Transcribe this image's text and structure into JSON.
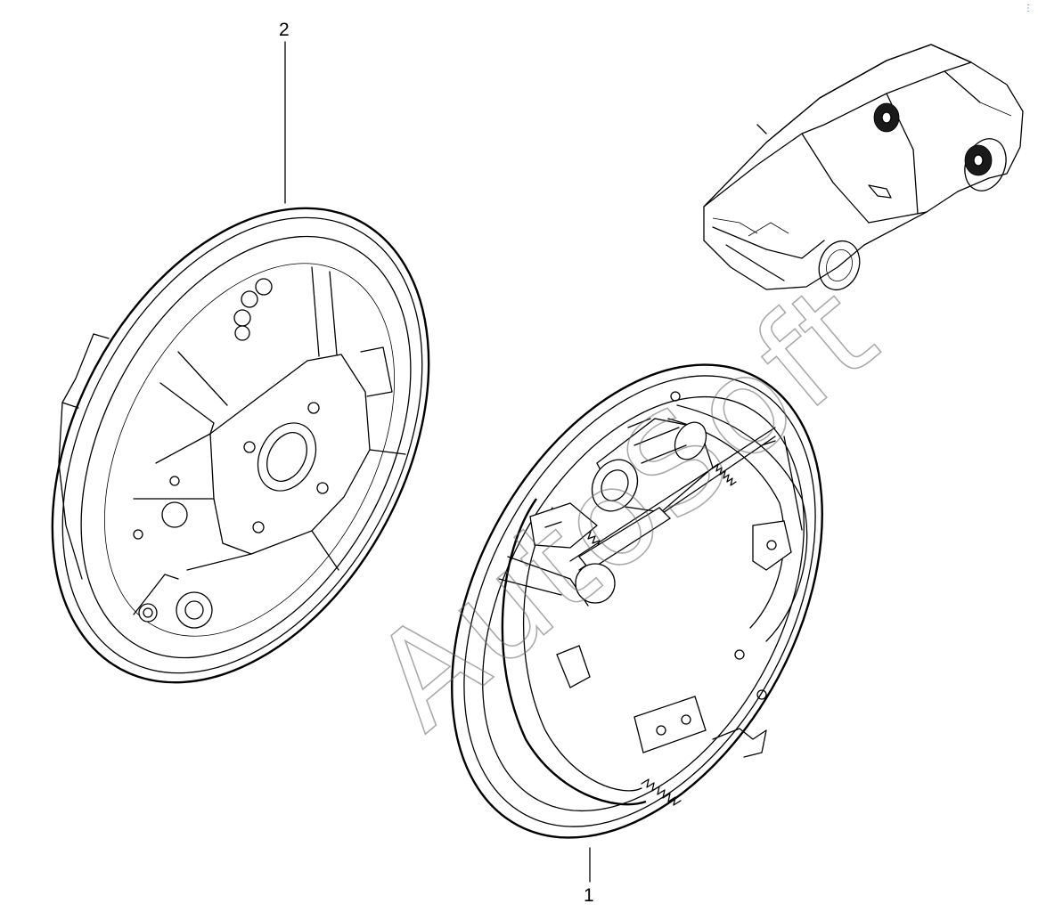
{
  "callouts": {
    "part_1": "1",
    "part_2": "2"
  },
  "watermark": "AutoSoft",
  "colors": {
    "line": "#000000",
    "background": "#ffffff",
    "watermark": "#666666"
  }
}
